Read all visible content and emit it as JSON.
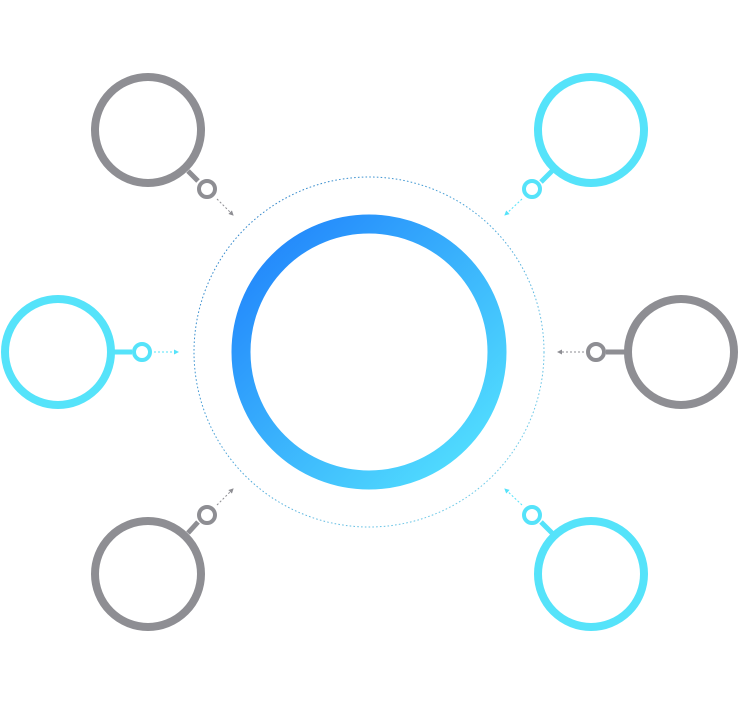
{
  "colors": {
    "gray": "#8e8e93",
    "cyan": "#55e3fa",
    "hub_gradient_start": "#1e7ffb",
    "hub_gradient_end": "#56e6fe",
    "orbit_start": "#2a7cc6",
    "orbit_end": "#7ad8ee"
  },
  "hub": {
    "label": ""
  },
  "nodes": [
    {
      "id": "top-left",
      "color": "gray",
      "direction": "inward",
      "label": ""
    },
    {
      "id": "top-right",
      "color": "cyan",
      "direction": "inward",
      "label": ""
    },
    {
      "id": "middle-left",
      "color": "cyan",
      "direction": "outward",
      "label": ""
    },
    {
      "id": "middle-right",
      "color": "gray",
      "direction": "outward",
      "label": ""
    },
    {
      "id": "bottom-left",
      "color": "gray",
      "direction": "inward",
      "label": ""
    },
    {
      "id": "bottom-right",
      "color": "cyan",
      "direction": "inward",
      "label": ""
    }
  ]
}
